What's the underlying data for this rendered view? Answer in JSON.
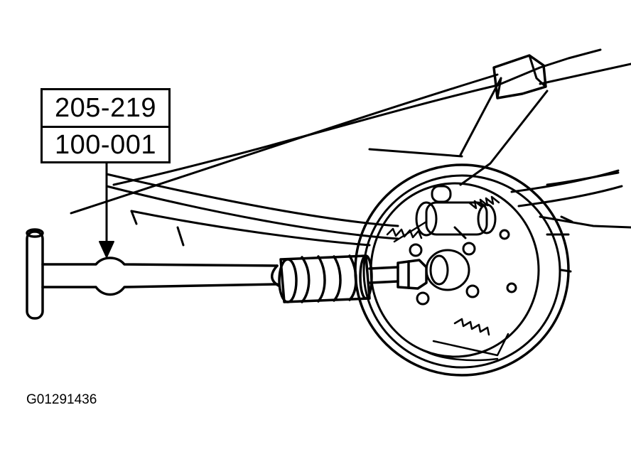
{
  "tool_labels": {
    "primary": "205-219",
    "secondary": "100-001"
  },
  "figure_id": "G01291436",
  "colors": {
    "ink": "#000000",
    "paper": "#ffffff"
  }
}
